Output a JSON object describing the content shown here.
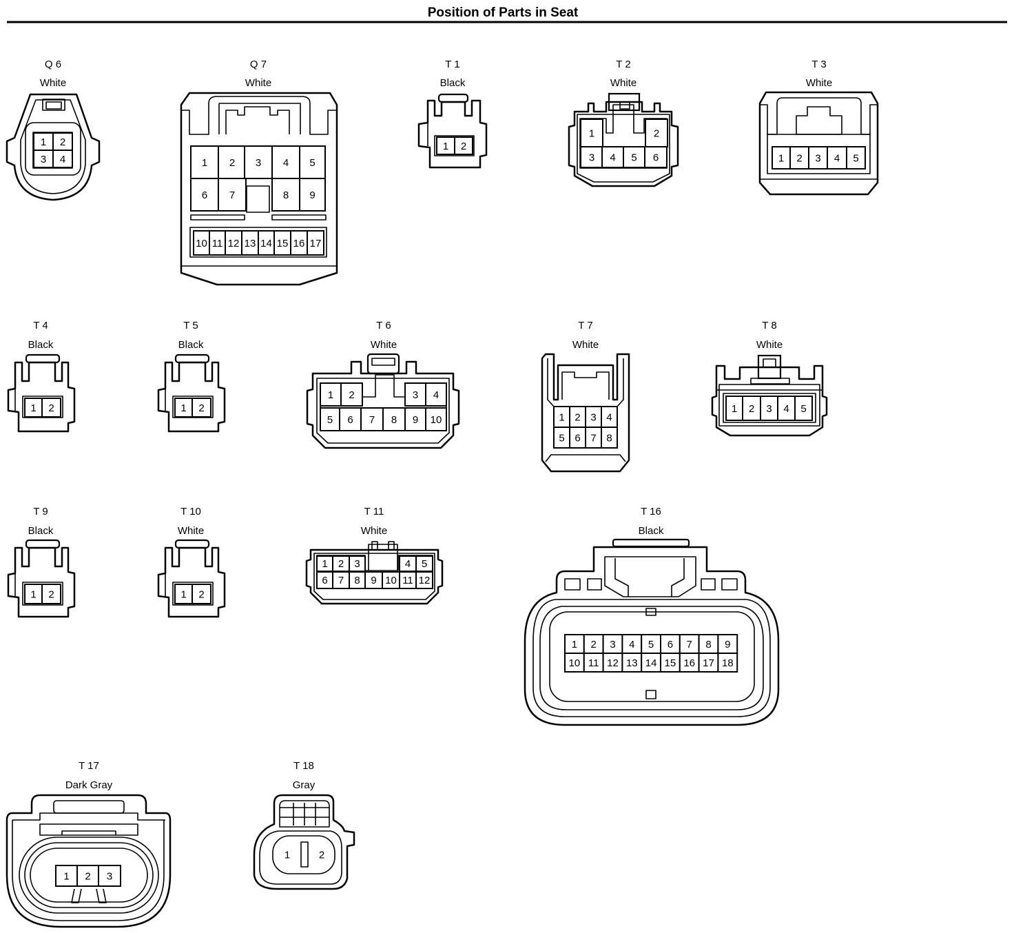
{
  "title": "Position of Parts in Seat",
  "connectors": {
    "q6": {
      "id": "Q 6",
      "color": "White",
      "pins": [
        "1",
        "2",
        "3",
        "4"
      ]
    },
    "q7": {
      "id": "Q 7",
      "color": "White",
      "pins": [
        "1",
        "2",
        "3",
        "4",
        "5",
        "6",
        "7",
        "8",
        "9",
        "10",
        "11",
        "12",
        "13",
        "14",
        "15",
        "16",
        "17"
      ]
    },
    "t1": {
      "id": "T 1",
      "color": "Black",
      "pins": [
        "1",
        "2"
      ]
    },
    "t2": {
      "id": "T 2",
      "color": "White",
      "pins": [
        "1",
        "2",
        "3",
        "4",
        "5",
        "6"
      ]
    },
    "t3": {
      "id": "T 3",
      "color": "White",
      "pins": [
        "1",
        "2",
        "3",
        "4",
        "5"
      ]
    },
    "t4": {
      "id": "T 4",
      "color": "Black",
      "pins": [
        "1",
        "2"
      ]
    },
    "t5": {
      "id": "T 5",
      "color": "Black",
      "pins": [
        "1",
        "2"
      ]
    },
    "t6": {
      "id": "T 6",
      "color": "White",
      "pins": [
        "1",
        "2",
        "3",
        "4",
        "5",
        "6",
        "7",
        "8",
        "9",
        "10"
      ]
    },
    "t7": {
      "id": "T 7",
      "color": "White",
      "pins": [
        "1",
        "2",
        "3",
        "4",
        "5",
        "6",
        "7",
        "8"
      ]
    },
    "t8": {
      "id": "T 8",
      "color": "White",
      "pins": [
        "1",
        "2",
        "3",
        "4",
        "5"
      ]
    },
    "t9": {
      "id": "T 9",
      "color": "Black",
      "pins": [
        "1",
        "2"
      ]
    },
    "t10": {
      "id": "T 10",
      "color": "White",
      "pins": [
        "1",
        "2"
      ]
    },
    "t11": {
      "id": "T 11",
      "color": "White",
      "pins": [
        "1",
        "2",
        "3",
        "4",
        "5",
        "6",
        "7",
        "8",
        "9",
        "10",
        "11",
        "12"
      ]
    },
    "t16": {
      "id": "T 16",
      "color": "Black",
      "pins": [
        "1",
        "2",
        "3",
        "4",
        "5",
        "6",
        "7",
        "8",
        "9",
        "10",
        "11",
        "12",
        "13",
        "14",
        "15",
        "16",
        "17",
        "18"
      ]
    },
    "t17": {
      "id": "T 17",
      "color": "Dark Gray",
      "pins": [
        "1",
        "2",
        "3"
      ]
    },
    "t18": {
      "id": "T 18",
      "color": "Gray",
      "pins": [
        "1",
        "2"
      ]
    }
  }
}
